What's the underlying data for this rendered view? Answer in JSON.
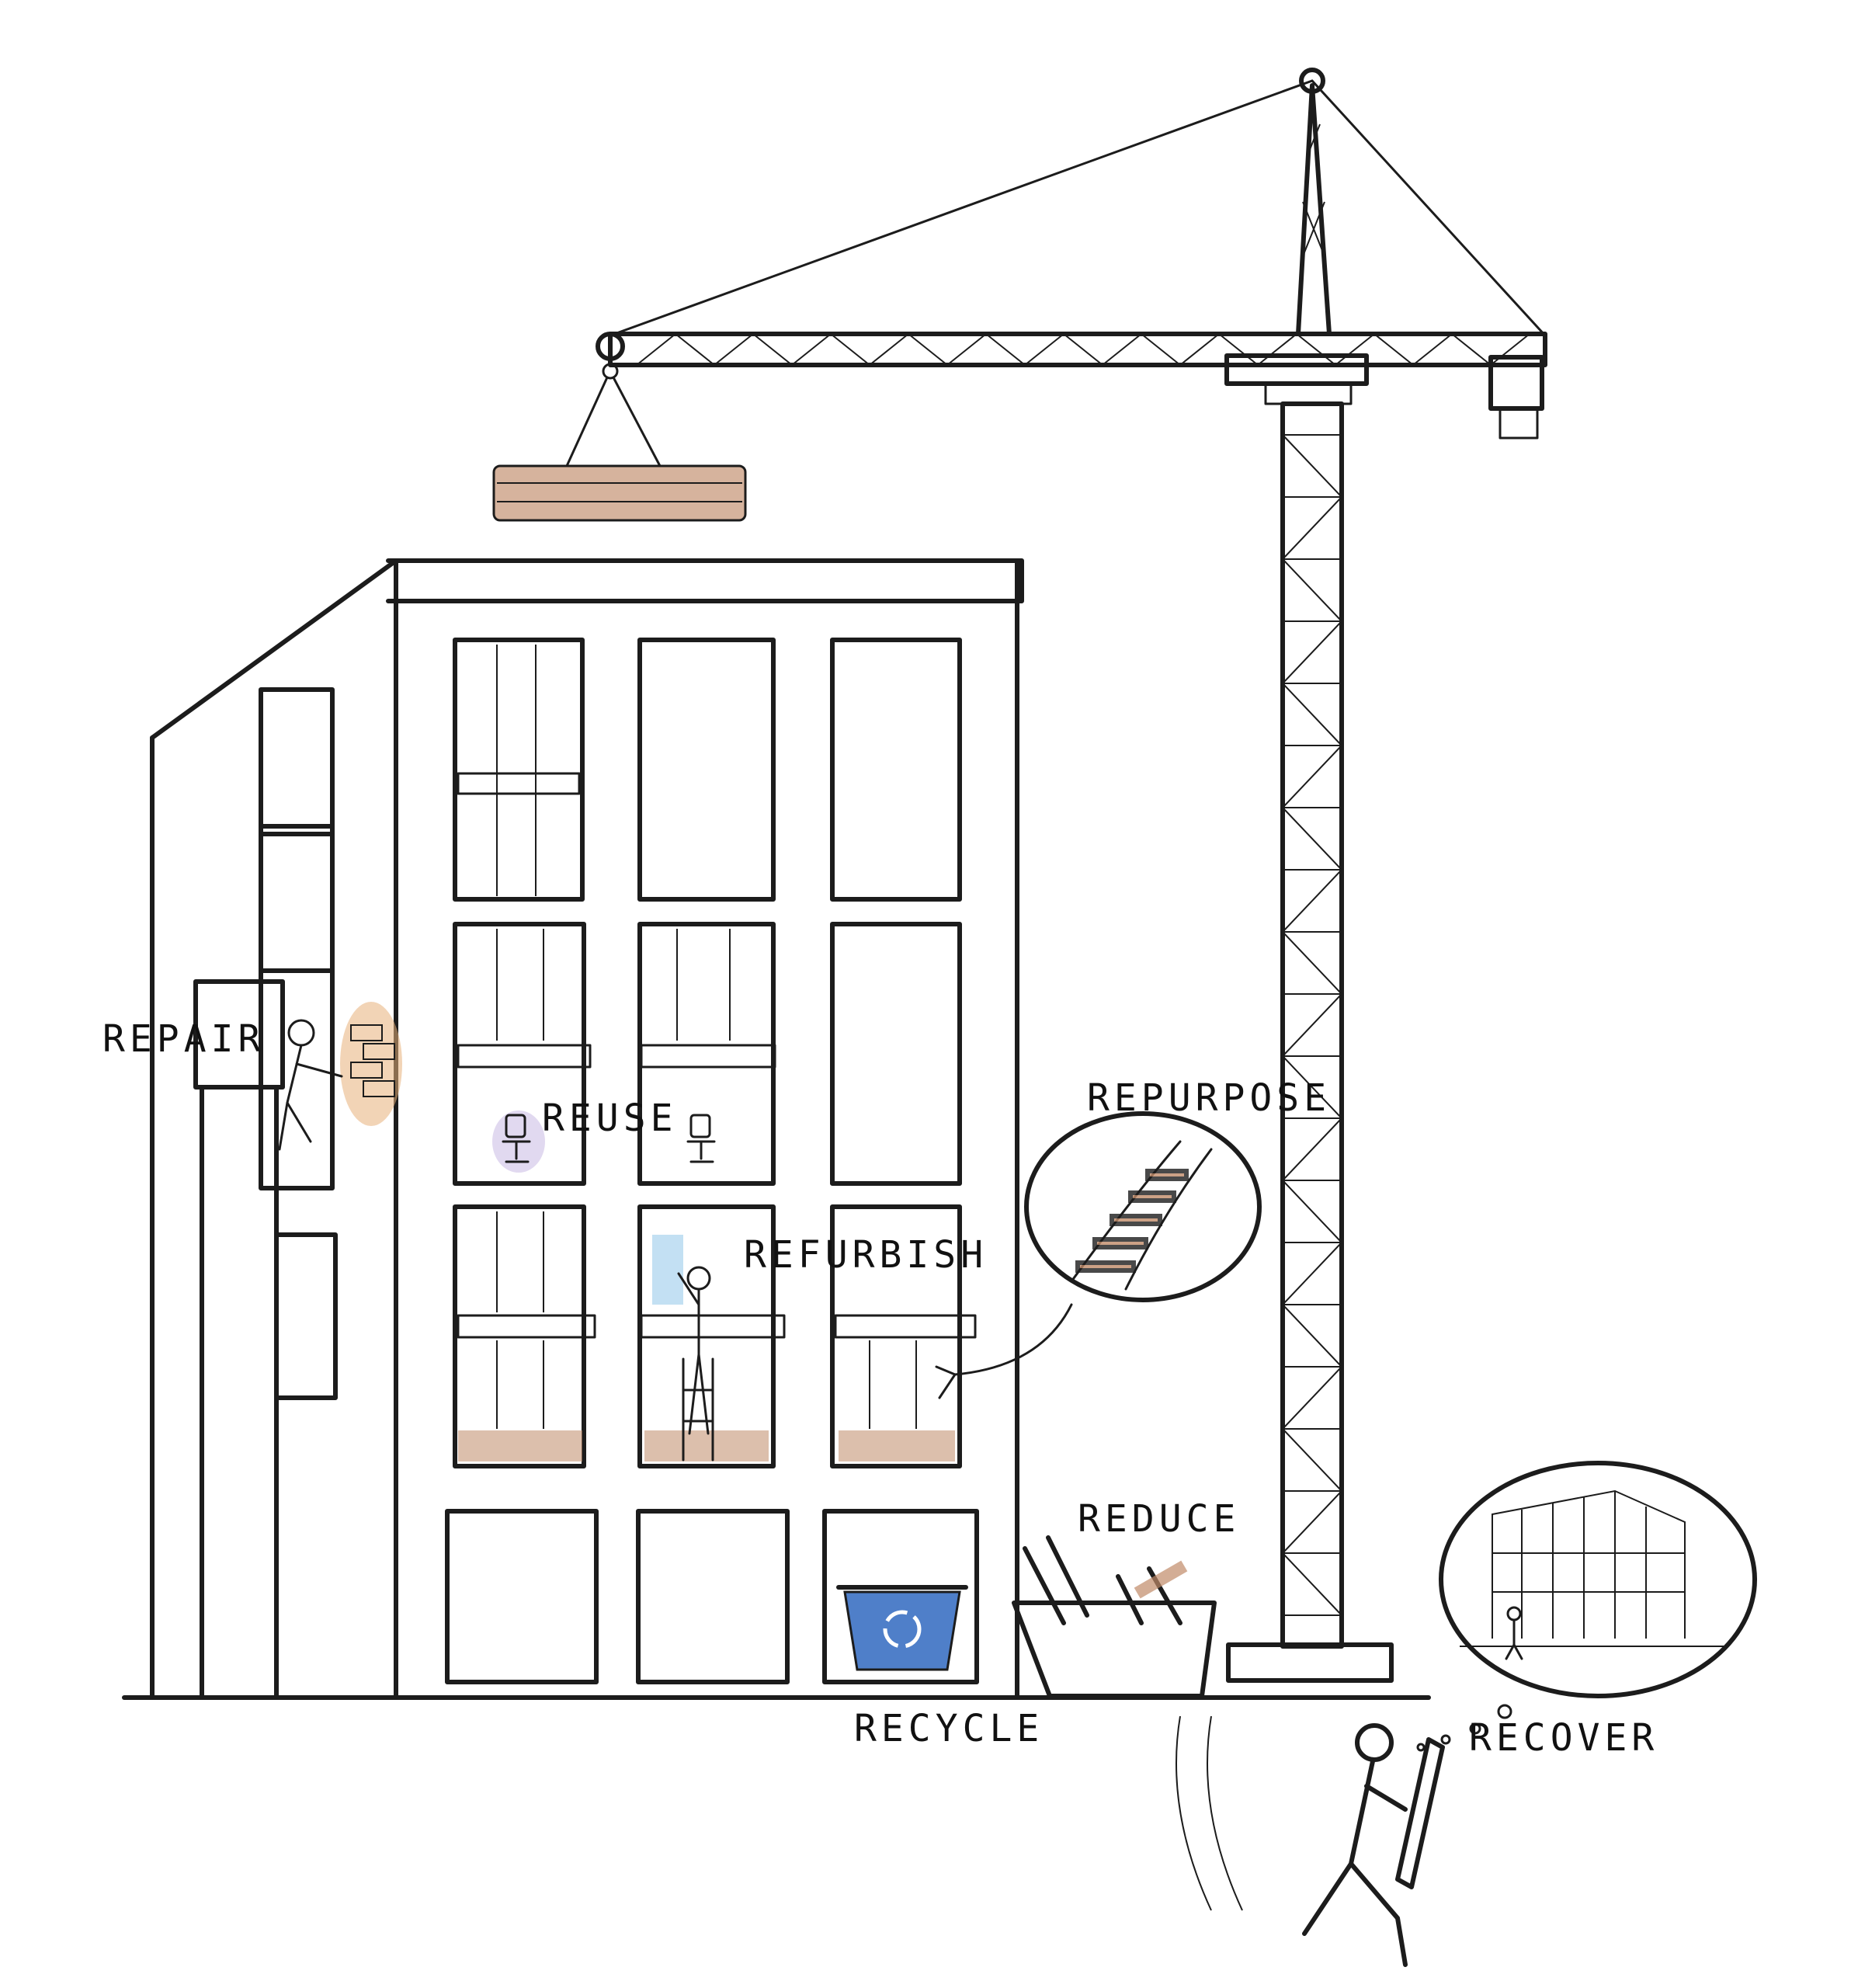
{
  "labels": {
    "repair": "REPAIR",
    "reuse": "REUSE",
    "refurbish": "REFURBISH",
    "repurpose": "REPURPOSE",
    "reduce": "REDUCE",
    "recycle": "RECYCLE",
    "recover": "RECOVER"
  },
  "colors": {
    "ink": "#1c1c1c",
    "timber": "#c08a68",
    "brick_wash": "#e8b07a",
    "recycle_bin": "#4f7fc9",
    "sky_bubble": "#a9d3ee",
    "chair_wash": "#cdbfe6"
  },
  "icons": [
    "tower-crane-icon",
    "recycle-symbol-icon",
    "railway-track-icon",
    "warehouse-frame-icon",
    "chair-icon",
    "skip-bin-icon",
    "worker-figure-icon"
  ]
}
